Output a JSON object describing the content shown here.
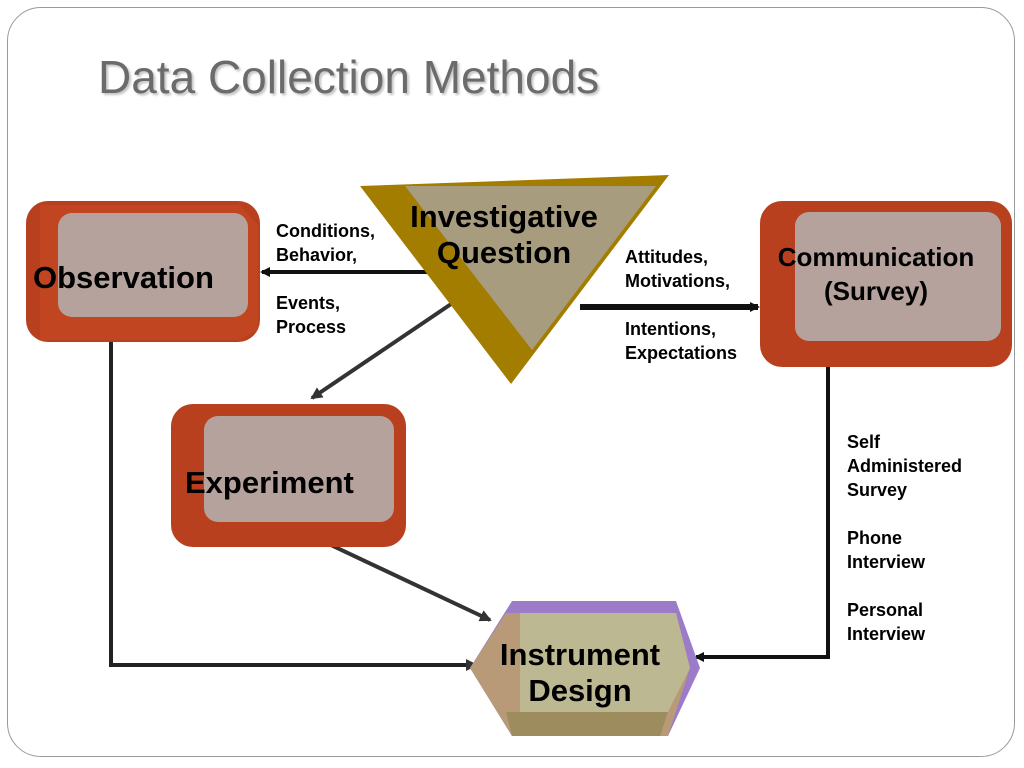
{
  "title": "Data Collection Methods",
  "nodes": {
    "observation": "Observation",
    "investigative_question": [
      "Investigative",
      "Question"
    ],
    "communication": [
      "Communication",
      "(Survey)"
    ],
    "experiment": "Experiment",
    "instrument_design": [
      "Instrument",
      "Design"
    ]
  },
  "notes": {
    "observation_factors": [
      "Conditions,",
      "Behavior,",
      "",
      "Events,",
      "Process"
    ],
    "communication_factors": [
      "Attitudes,",
      "Motivations,",
      "",
      "Intentions,",
      "Expectations"
    ],
    "survey_types": [
      "Self",
      "Administered",
      "Survey",
      "",
      "Phone",
      "Interview",
      "",
      "Personal",
      "Interview"
    ]
  },
  "colors": {
    "box_outer": "#b8401e",
    "box_inner": "#b5a29c",
    "triangle_gold": "#a37d00",
    "triangle_fill": "#a89c7e",
    "hexagon_fill": "#bcb892",
    "hexagon_left": "#b89a78",
    "hexagon_purple": "#9c7bc8",
    "title": "#6b6b6b"
  }
}
